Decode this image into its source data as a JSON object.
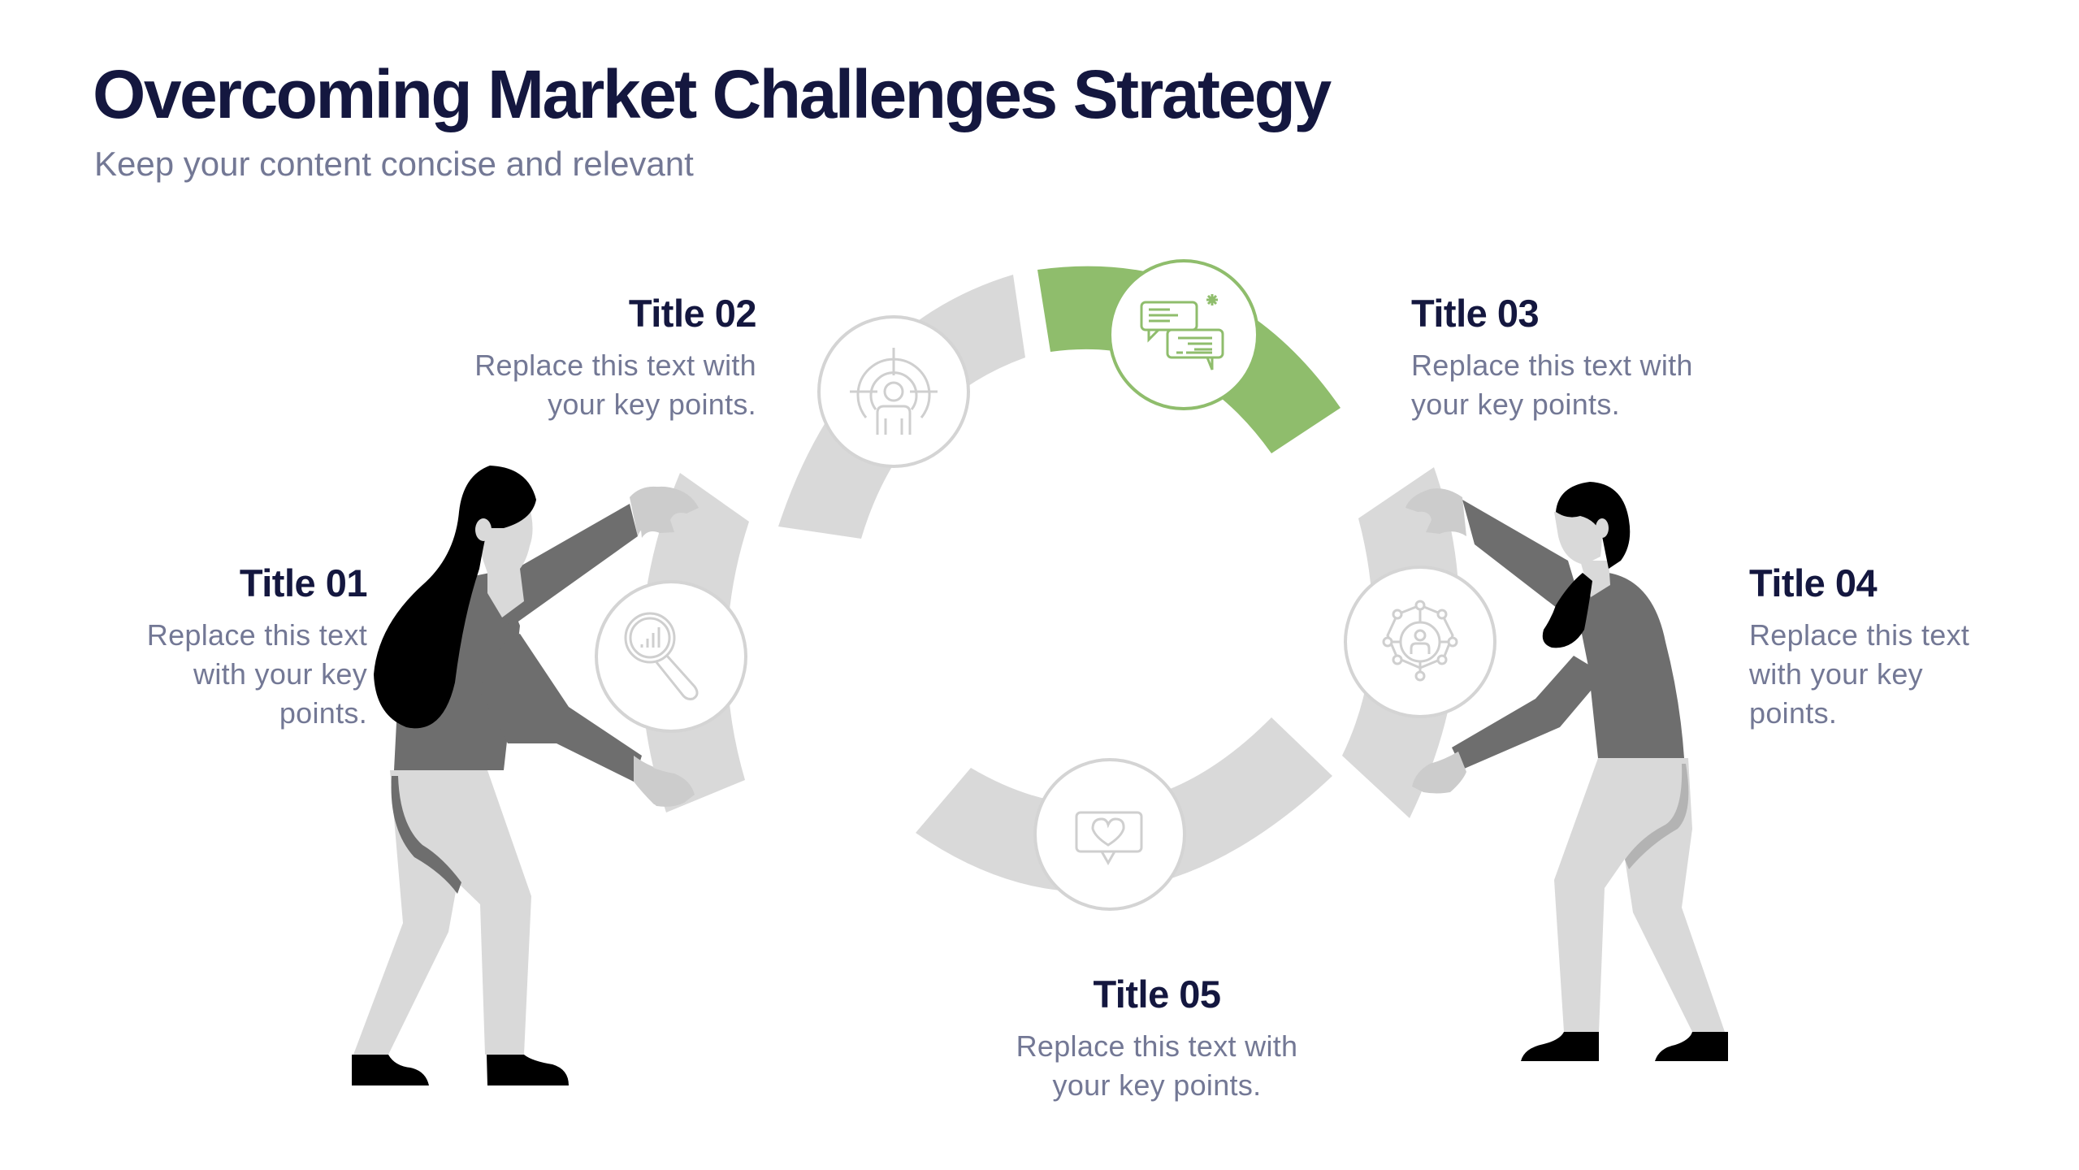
{
  "header": {
    "title": "Overcoming Market Challenges Strategy",
    "subtitle": "Keep your content concise and relevant"
  },
  "colors": {
    "title": "#14173f",
    "body": "#737895",
    "accent_green": "#8fbd6c",
    "segment_gray": "#d9d9d9",
    "circle_stroke_gray": "#d4d4d4"
  },
  "steps": [
    {
      "title": "Title 01",
      "lines": [
        "Replace this text",
        "with your key",
        "points."
      ],
      "icon": "magnifier-chart-icon",
      "highlighted": false
    },
    {
      "title": "Title 02",
      "lines": [
        "Replace this text with",
        "your key points."
      ],
      "icon": "target-person-icon",
      "highlighted": false
    },
    {
      "title": "Title 03",
      "lines": [
        "Replace this text with",
        "your key points."
      ],
      "icon": "chat-bubbles-icon",
      "highlighted": true
    },
    {
      "title": "Title 04",
      "lines": [
        "Replace this text",
        "with your key",
        "points."
      ],
      "icon": "network-person-icon",
      "highlighted": false
    },
    {
      "title": "Title 05",
      "lines": [
        "Replace this text with",
        "your key points."
      ],
      "icon": "heart-message-icon",
      "highlighted": false
    }
  ],
  "illustrations": [
    {
      "name": "woman-left",
      "description": "woman holding left segment"
    },
    {
      "name": "woman-right",
      "description": "woman holding right segment"
    }
  ]
}
